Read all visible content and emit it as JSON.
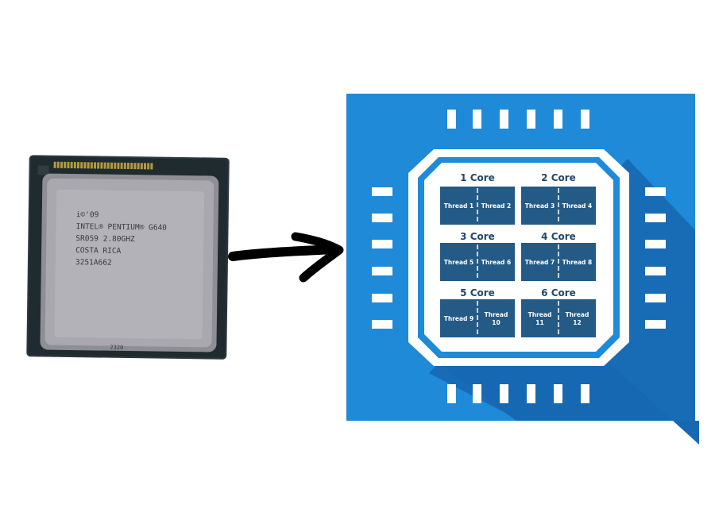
{
  "cpu_photo": {
    "engraving_lines": [
      "INTEL® PENTIUM® G640",
      "SR059 2.80GHZ",
      "COSTA RICA",
      "3251A662"
    ],
    "logo_mark": "i©'09",
    "bottom_mark": "2320",
    "colors": {
      "pcb": "#1f2b2f",
      "ihs": "#a9a8ae",
      "pads": "#b39a3c"
    }
  },
  "arrow": {
    "icon": "right-arrow-icon",
    "color": "#000000"
  },
  "diagram": {
    "colors": {
      "background": "#1e8ad8",
      "shadow": "#1768b2",
      "chip": "#ffffff",
      "cell": "#245a86",
      "text": "#ffffff"
    },
    "cores": [
      {
        "label": "1 Core",
        "threads": [
          "Thread 1",
          "Thread 2"
        ]
      },
      {
        "label": "2 Core",
        "threads": [
          "Thread 3",
          "Thread 4"
        ]
      },
      {
        "label": "3 Core",
        "threads": [
          "Thread 5",
          "Thread 6"
        ]
      },
      {
        "label": "4 Core",
        "threads": [
          "Thread 7",
          "Thread 8"
        ]
      },
      {
        "label": "5 Core",
        "threads": [
          [
            "Thread 9"
          ],
          [
            "Thread",
            "10"
          ]
        ]
      },
      {
        "label": "6  Core",
        "threads": [
          [
            "Thread",
            "11"
          ],
          [
            "Thread",
            "12"
          ]
        ]
      }
    ]
  }
}
